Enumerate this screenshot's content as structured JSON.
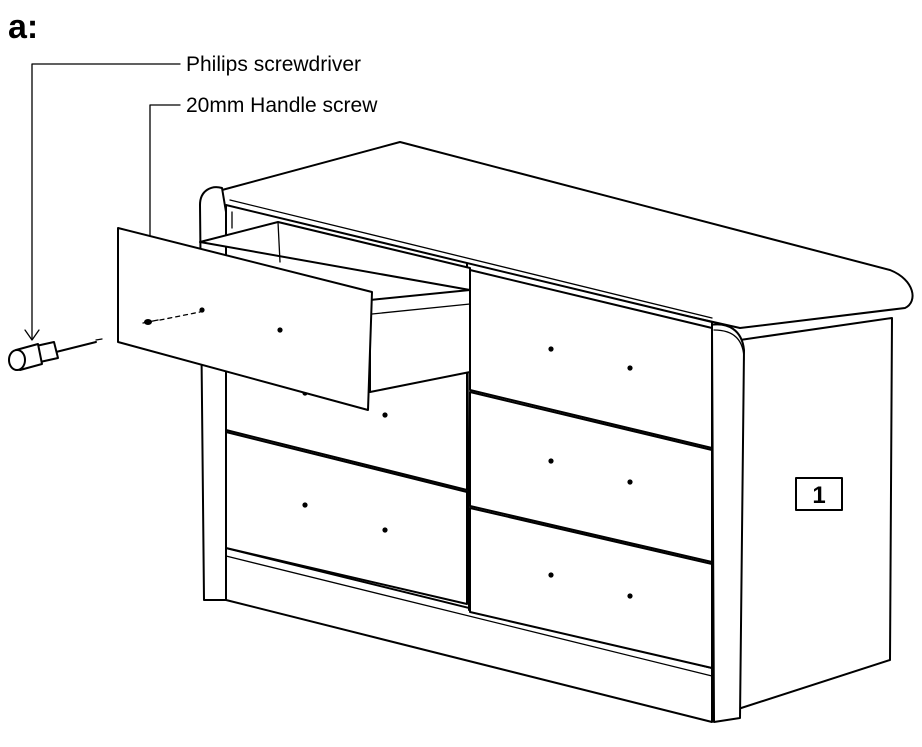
{
  "step_label": "a:",
  "callouts": {
    "screwdriver": "Philips screwdriver",
    "screw": "20mm Handle screw"
  },
  "part_number": "1",
  "icons": [
    "screwdriver-icon",
    "screw-icon",
    "dresser-illustration"
  ]
}
